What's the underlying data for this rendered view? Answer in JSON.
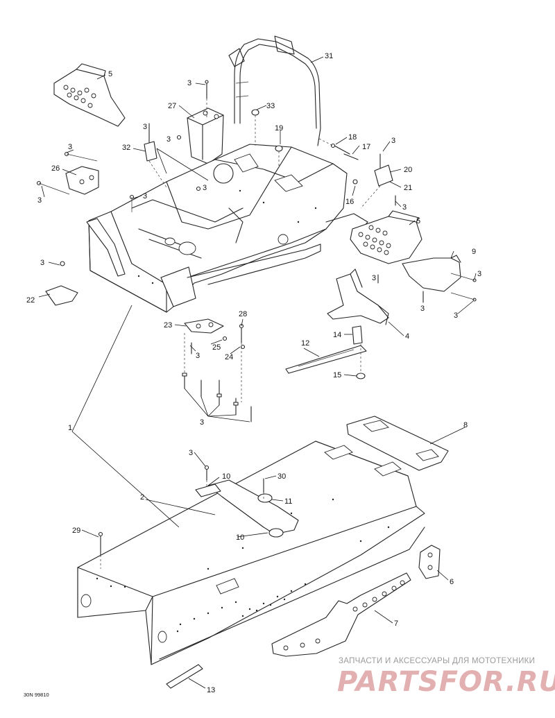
{
  "diagram": {
    "callouts": [
      "1",
      "2",
      "3",
      "4",
      "5",
      "6",
      "7",
      "8",
      "9",
      "10",
      "11",
      "12",
      "13",
      "14",
      "15",
      "16",
      "17",
      "18",
      "19",
      "20",
      "21",
      "22",
      "23",
      "24",
      "25",
      "26",
      "27",
      "28",
      "29",
      "30",
      "31",
      "32",
      "33"
    ],
    "drawing_code": "30N 99810"
  },
  "watermark": {
    "top_text": "ЗАПЧАСТИ И АКСЕССУАРЫ ДЛЯ МОТОТЕХНИКИ",
    "logo_text": "PARTSFOR.RU"
  }
}
